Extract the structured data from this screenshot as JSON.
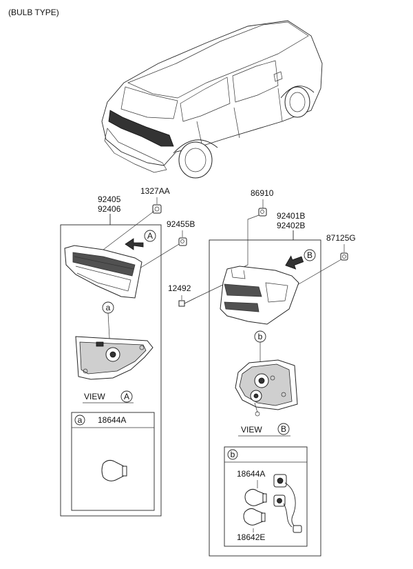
{
  "header": {
    "title": "(BULB TYPE)"
  },
  "left_assembly": {
    "part_numbers": [
      "92405",
      "92406"
    ],
    "fastener_top": "1327AA",
    "fastener_side": "92455B",
    "view_marker": "A",
    "callout": "a",
    "view_label": "VIEW",
    "detail": {
      "marker": "a",
      "part": "18644A"
    }
  },
  "right_assembly": {
    "part_numbers": [
      "92401B",
      "92402B"
    ],
    "fastener_top": "86910",
    "fastener_side": "87125G",
    "screw": "12492",
    "view_marker": "B",
    "callout": "b",
    "view_label": "VIEW",
    "detail": {
      "marker": "b",
      "part_a": "18644A",
      "part_b": "18642E"
    }
  },
  "icons": [
    "car-illustration",
    "lamp-part-icon",
    "bulb-icon",
    "screw-icon",
    "nut-icon",
    "direction-arrow-icon"
  ]
}
